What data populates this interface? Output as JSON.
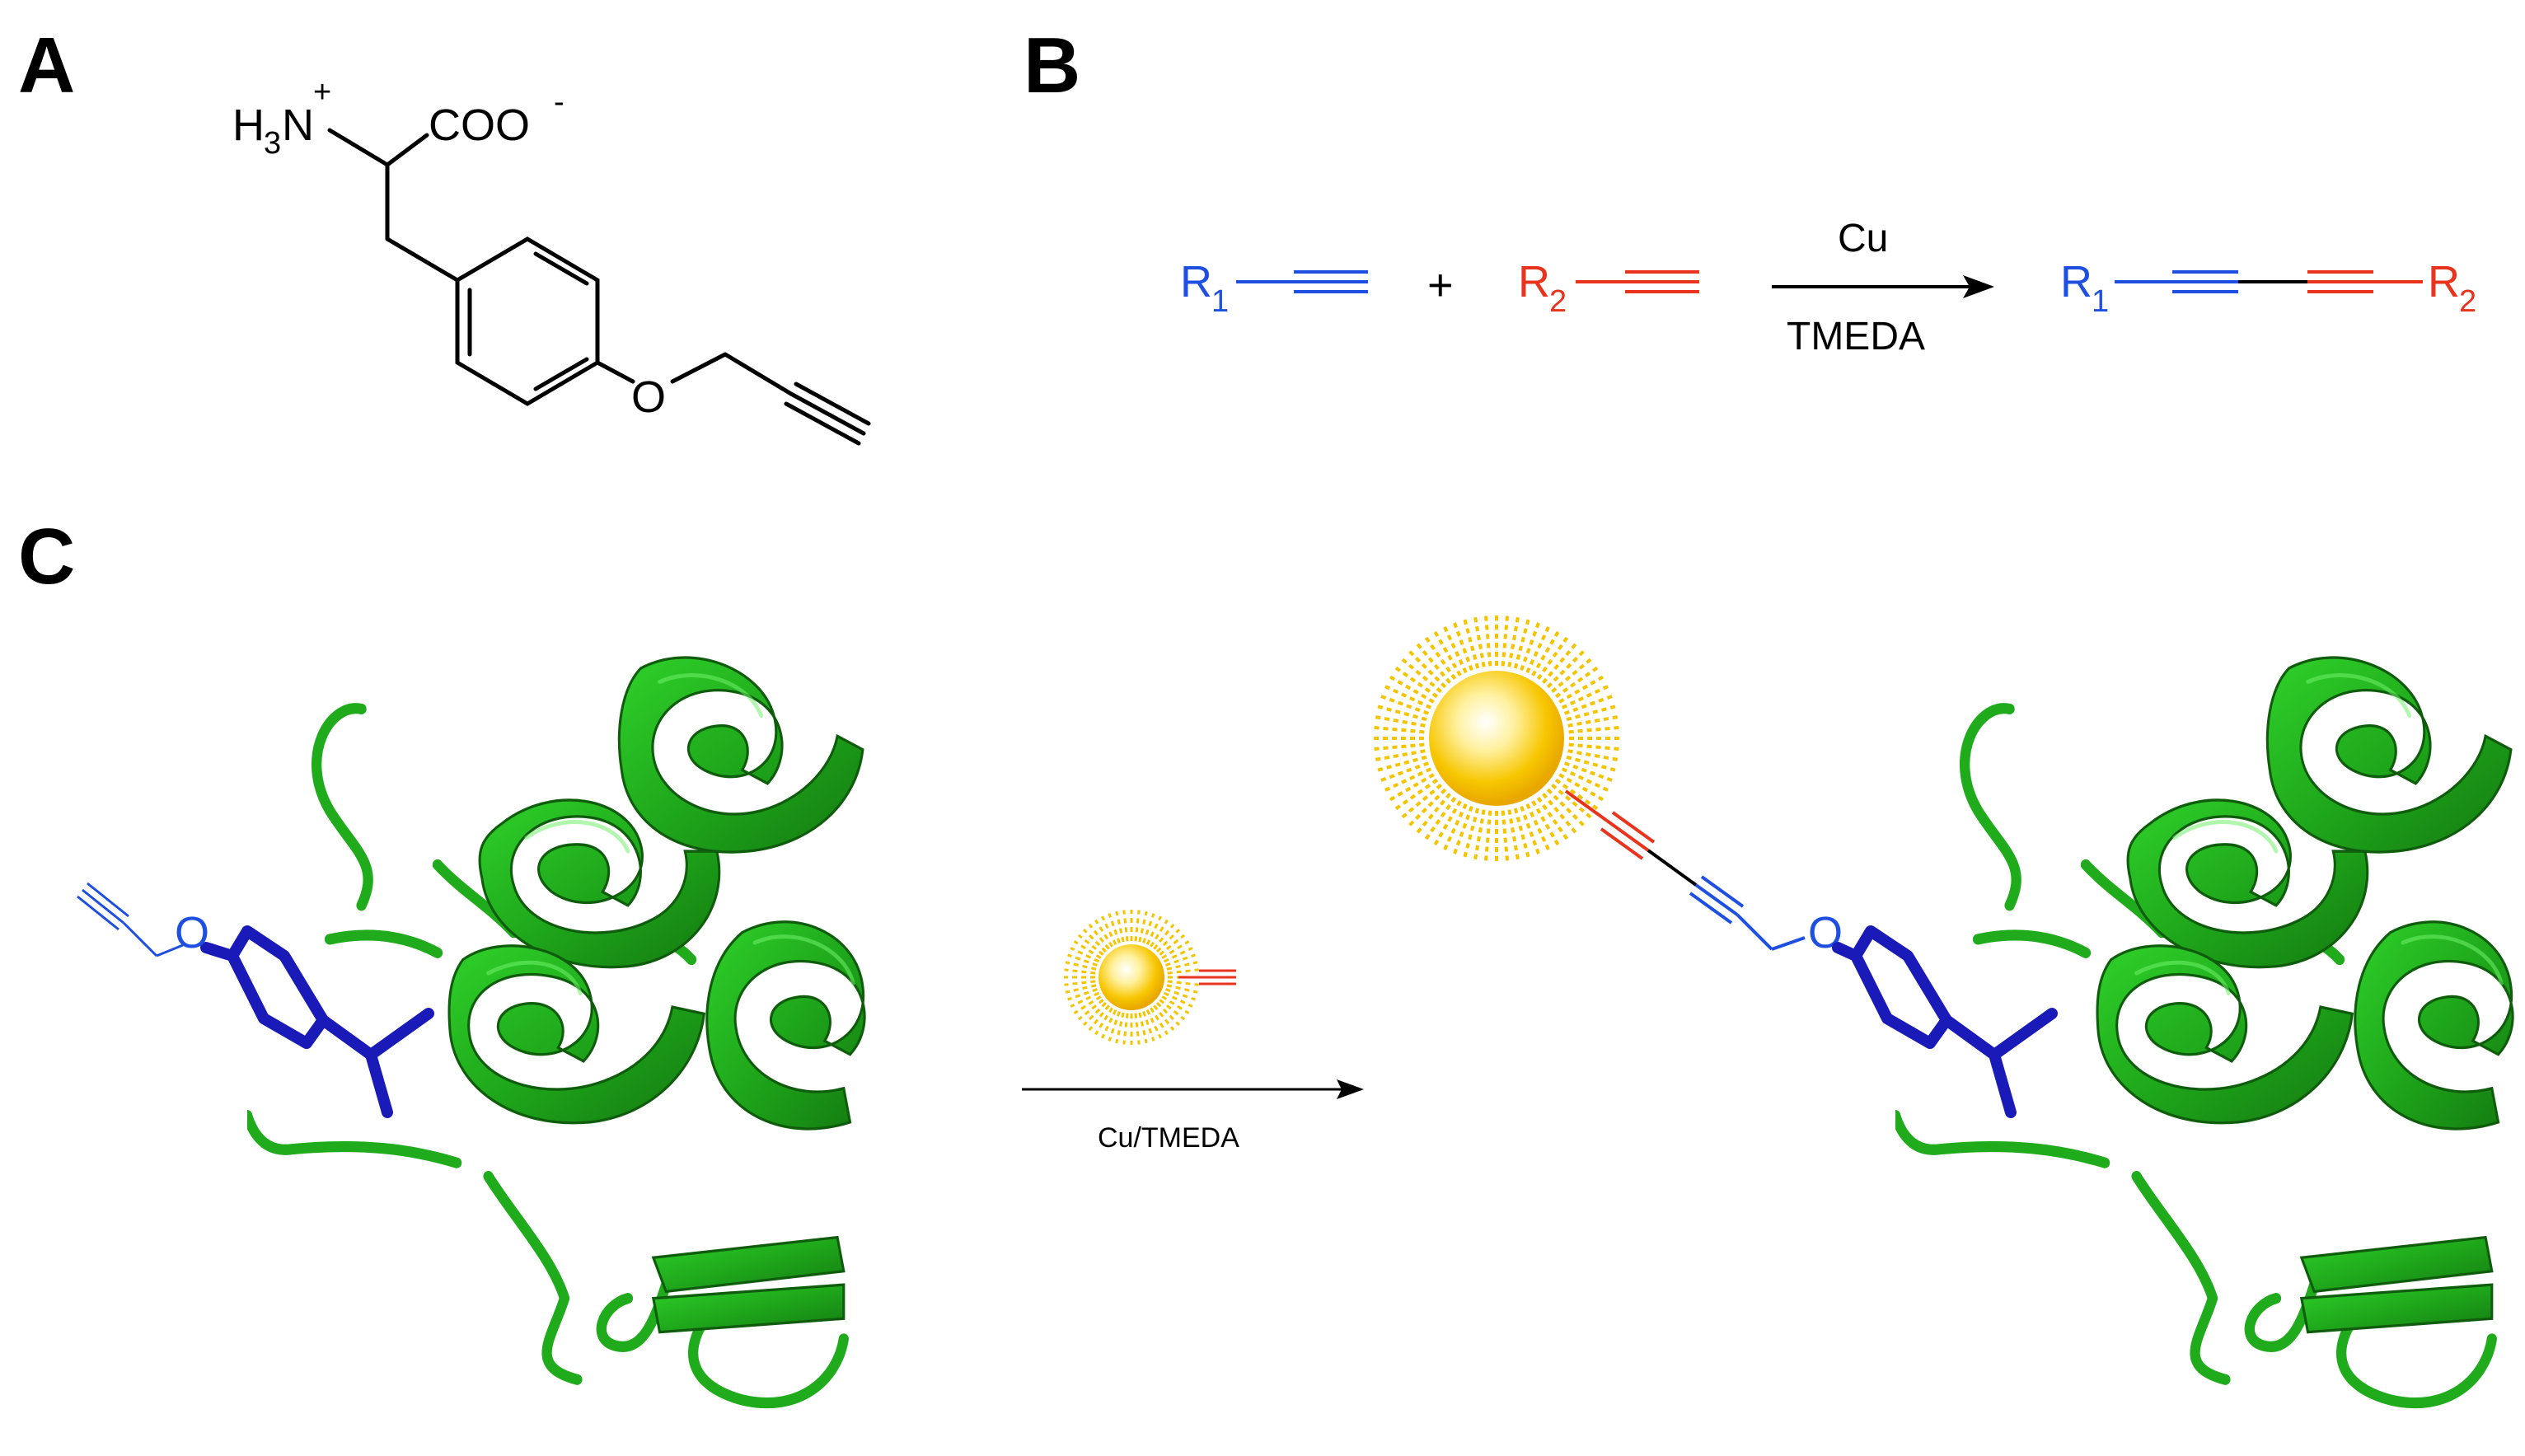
{
  "panels": {
    "a": {
      "letter": "A"
    },
    "b": {
      "letter": "B"
    },
    "c": {
      "letter": "C"
    }
  },
  "molecule": {
    "amine_h": "H",
    "amine_sub": "3",
    "amine_n": "N",
    "amine_charge": "+",
    "carboxylate": "COO",
    "carboxylate_charge": "-",
    "ether_o": "O"
  },
  "reaction": {
    "r1": "R",
    "r1_sub": "1",
    "r2": "R",
    "r2_sub": "2",
    "plus": "+",
    "catalyst": "Cu",
    "ligand": "TMEDA"
  },
  "protein_panel": {
    "ether_o": "O",
    "conditions": "Cu/TMEDA"
  },
  "colors": {
    "r1_blue": "#1f4fe0",
    "r2_red": "#e8341c",
    "protein_green": "#22b21f",
    "tyrosine_navy": "#1a1ab8",
    "nanoparticle_gold": "#f5c400",
    "bond_black": "#000000"
  }
}
